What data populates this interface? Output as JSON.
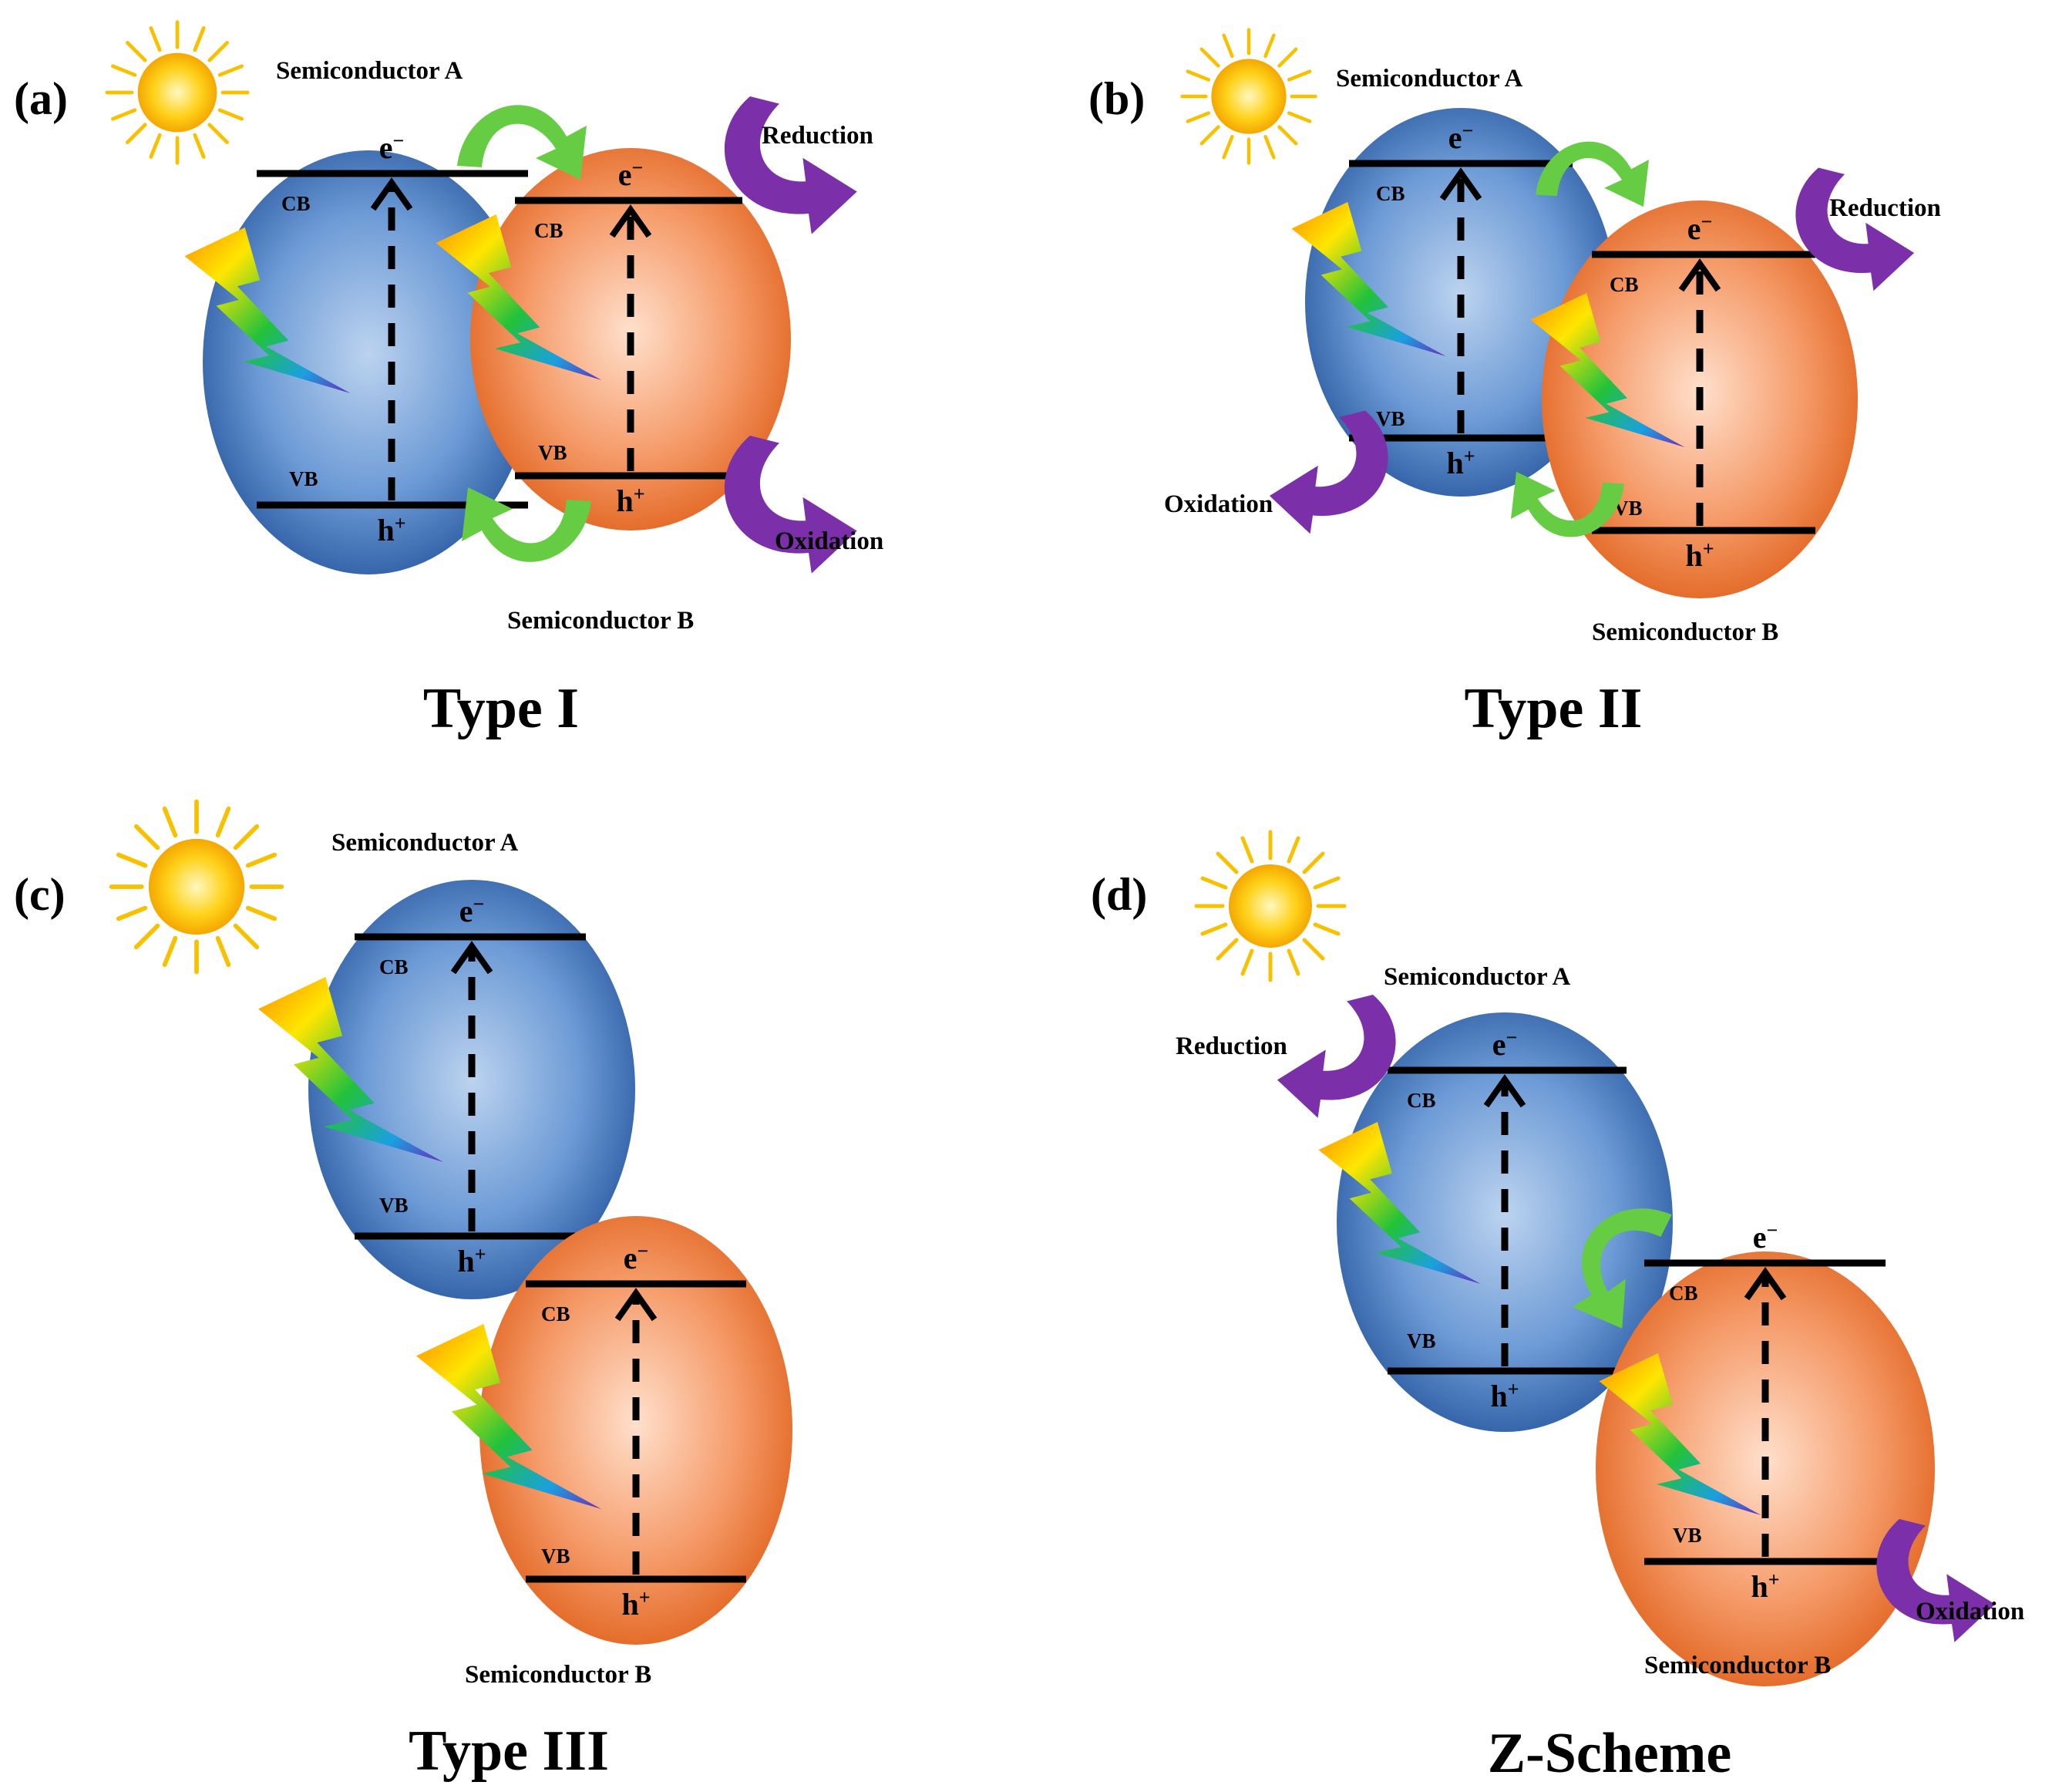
{
  "figure": {
    "panels": [
      {
        "id": "a",
        "label": "(a)",
        "title": "Type I",
        "semiconductor_a": "Semiconductor A",
        "semiconductor_b": "Semiconductor B",
        "a_bands": {
          "cb": "CB",
          "vb": "VB",
          "electron": "e",
          "hole": "h"
        },
        "b_bands": {
          "cb": "CB",
          "vb": "VB",
          "electron": "e",
          "hole": "h"
        },
        "reduction": "Reduction",
        "oxidation": "Oxidation"
      },
      {
        "id": "b",
        "label": "(b)",
        "title": "Type II",
        "semiconductor_a": "Semiconductor A",
        "semiconductor_b": "Semiconductor B",
        "a_bands": {
          "cb": "CB",
          "vb": "VB",
          "electron": "e",
          "hole": "h"
        },
        "b_bands": {
          "cb": "CB",
          "vb": "VB",
          "electron": "e",
          "hole": "h"
        },
        "reduction": "Reduction",
        "oxidation": "Oxidation"
      },
      {
        "id": "c",
        "label": "(c)",
        "title": "Type III",
        "semiconductor_a": "Semiconductor A",
        "semiconductor_b": "Semiconductor B",
        "a_bands": {
          "cb": "CB",
          "vb": "VB",
          "electron": "e",
          "hole": "h"
        },
        "b_bands": {
          "cb": "CB",
          "vb": "VB",
          "electron": "e",
          "hole": "h"
        }
      },
      {
        "id": "d",
        "label": "(d)",
        "title": "Z-Scheme",
        "semiconductor_a": "Semiconductor A",
        "semiconductor_b": "Semiconductor B",
        "a_bands": {
          "cb": "CB",
          "vb": "VB",
          "electron": "e",
          "hole": "h"
        },
        "b_bands": {
          "cb": "CB",
          "vb": "VB",
          "electron": "e",
          "hole": "h"
        },
        "reduction": "Reduction",
        "oxidation": "Oxidation"
      }
    ],
    "superscripts": {
      "electron": "−",
      "hole": "+"
    },
    "colors": {
      "semiconductor_a": "#1f56a3",
      "semiconductor_b": "#e5621b",
      "transfer_arrow": "#66cc44",
      "reaction_arrow": "#7b2fa8",
      "sun": "#f5b800"
    }
  }
}
